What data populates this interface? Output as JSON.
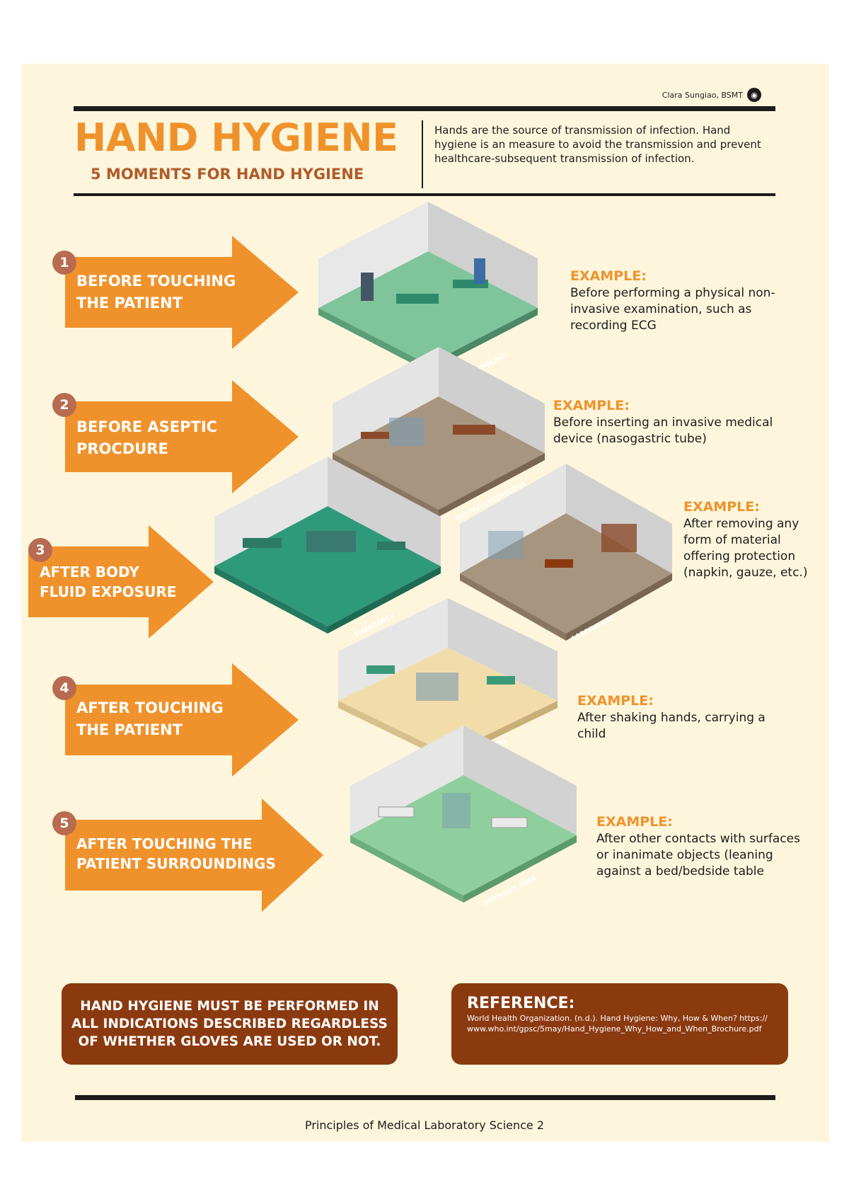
{
  "header": {
    "author": "Clara Sungiao, BSMT",
    "title": "HAND HYGIENE",
    "subtitle": "5 MOMENTS FOR HAND HYGIENE",
    "intro": "Hands are the source of transmission of infection. Hand hygiene is an measure to avoid the transmission and prevent healthcare-subsequent transmission of infection."
  },
  "moments": [
    {
      "number": "1",
      "label": "BEFORE TOUCHING\nTHE PATIENT",
      "example_heading": "EXAMPLE:",
      "example_text": "Before performing a physical non-invasive examination, such as recording ECG",
      "room_label": "CARDIOLOGY"
    },
    {
      "number": "2",
      "label": "BEFORE ASEPTIC\nPROCDURE",
      "example_heading": "EXAMPLE:",
      "example_text": "Before inserting an invasive medical device (nasogastric tube)",
      "room_label": "GASTRO ENTEROLOGY"
    },
    {
      "number": "3",
      "label": "AFTER BODY\nFLUID EXPOSURE",
      "example_heading": "EXAMPLE:",
      "example_text": "After removing any form of material offering protection (napkin, gauze, etc.)",
      "room_label": "EMERGENCY",
      "room_label_2": "LABORATORY"
    },
    {
      "number": "4",
      "label": "AFTER TOUCHING\nTHE PATIENT",
      "example_heading": "EXAMPLE:",
      "example_text": "After shaking hands, carrying a child",
      "room_label": "HOSPITAL"
    },
    {
      "number": "5",
      "label": "AFTER TOUCHING THE\nPATIENT SURROUNDINGS",
      "example_heading": "EXAMPLE:",
      "example_text": "After other contacts with surfaces or inanimate objects (leaning against a bed/bedside table",
      "room_label": "INTENSIVE CARE"
    }
  ],
  "note": "HAND HYGIENE MUST BE PERFORMED IN ALL INDICATIONS DESCRIBED REGARDLESS OF WHETHER GLOVES ARE USED OR NOT.",
  "reference": {
    "heading": "REFERENCE:",
    "text": "World Health Organization. (n.d.). Hand Hygiene: Why, How & When? https://www.who.int/gpsc/5may/Hand_Hygiene_Why_How_and_When_Brochure.pdf"
  },
  "footer": "Principles of Medical Laboratory Science 2",
  "colors": {
    "accent": "#f0922b",
    "brown": "#8b3a10",
    "badge": "#b86b50",
    "background": "#fdf6dc"
  }
}
